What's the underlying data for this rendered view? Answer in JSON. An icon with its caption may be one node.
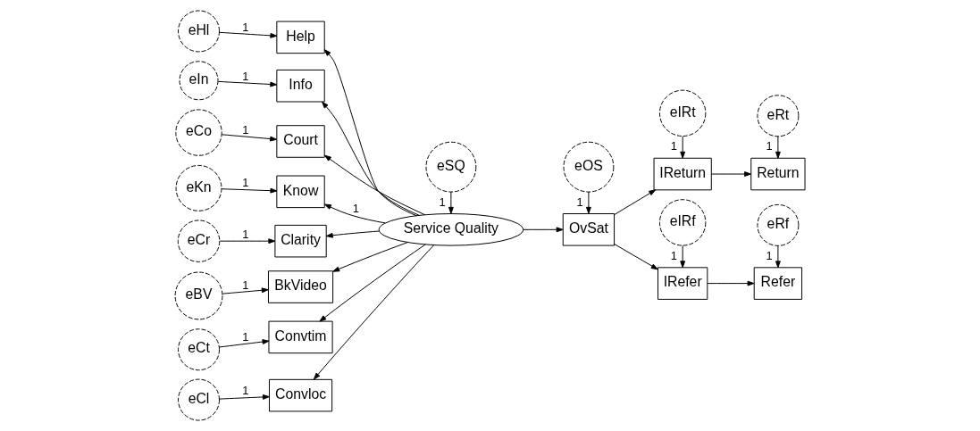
{
  "diagram": {
    "nodes": [
      {
        "text": [
          "eHl"
        ]
      },
      {
        "text": [
          "Help"
        ]
      },
      {
        "text": [
          "eIn"
        ]
      },
      {
        "text": [
          "Info"
        ]
      },
      {
        "text": [
          "eCo"
        ]
      },
      {
        "text": [
          "Court"
        ]
      },
      {
        "text": [
          "eKn"
        ]
      },
      {
        "text": [
          "Know"
        ]
      },
      {
        "text": [
          "eCr"
        ]
      },
      {
        "text": [
          "Clarity"
        ]
      },
      {
        "text": [
          "eBV"
        ]
      },
      {
        "text": [
          "BkVideo"
        ]
      },
      {
        "text": [
          "eCt"
        ]
      },
      {
        "text": [
          "Convtim"
        ]
      },
      {
        "text": [
          "eCl"
        ]
      },
      {
        "text": [
          "Convloc"
        ]
      },
      {
        "text": [
          "eSQ"
        ]
      },
      {
        "text": [
          "Service Quality"
        ]
      },
      {
        "text": [
          "eOS"
        ]
      },
      {
        "text": [
          "OvSat"
        ]
      },
      {
        "text": [
          "eIRt"
        ]
      },
      {
        "text": [
          "IReturn"
        ]
      },
      {
        "text": [
          "eRt"
        ]
      },
      {
        "text": [
          "Return"
        ]
      },
      {
        "text": [
          "eIRf"
        ]
      },
      {
        "text": [
          "IRefer"
        ]
      },
      {
        "text": [
          "eRf"
        ]
      },
      {
        "text": [
          "Refer"
        ]
      }
    ],
    "edges": [
      {
        "from": 0,
        "to": 1,
        "arrow": "to",
        "label": "1"
      },
      {
        "from": 2,
        "to": 3,
        "arrow": "to",
        "label": "1"
      },
      {
        "from": 4,
        "to": 5,
        "arrow": "to",
        "label": "1"
      },
      {
        "from": 6,
        "to": 7,
        "arrow": "to",
        "label": "1"
      },
      {
        "from": 8,
        "to": 9,
        "arrow": "to",
        "label": "1"
      },
      {
        "from": 10,
        "to": 11,
        "arrow": "to",
        "label": "1"
      },
      {
        "from": 12,
        "to": 13,
        "arrow": "to",
        "label": "1"
      },
      {
        "from": 14,
        "to": 15,
        "arrow": "to",
        "label": "1"
      },
      {
        "from": 17,
        "to": 1,
        "arrow": "to"
      },
      {
        "from": 17,
        "to": 3,
        "arrow": "to"
      },
      {
        "from": 17,
        "to": 5,
        "arrow": "to"
      },
      {
        "from": 17,
        "to": 7,
        "arrow": "to",
        "label": "1"
      },
      {
        "from": 17,
        "to": 9,
        "arrow": "to"
      },
      {
        "from": 17,
        "to": 11,
        "arrow": "to"
      },
      {
        "from": 17,
        "to": 13,
        "arrow": "to"
      },
      {
        "from": 17,
        "to": 15,
        "arrow": "to"
      },
      {
        "from": 16,
        "to": 17,
        "arrow": "to",
        "label": "1"
      },
      {
        "from": 17,
        "to": 19,
        "arrow": "to"
      },
      {
        "from": 18,
        "to": 19,
        "arrow": "to",
        "label": "1"
      },
      {
        "from": 19,
        "to": 21,
        "arrow": "to"
      },
      {
        "from": 19,
        "to": 25,
        "arrow": "to"
      },
      {
        "from": 20,
        "to": 21,
        "arrow": "to",
        "label": "1"
      },
      {
        "from": 21,
        "to": 23,
        "arrow": "to"
      },
      {
        "from": 22,
        "to": 23,
        "arrow": "to",
        "label": "1"
      },
      {
        "from": 24,
        "to": 25,
        "arrow": "to",
        "label": "1"
      },
      {
        "from": 25,
        "to": 27,
        "arrow": "to"
      },
      {
        "from": 26,
        "to": 27,
        "arrow": "to",
        "label": "1"
      }
    ]
  }
}
